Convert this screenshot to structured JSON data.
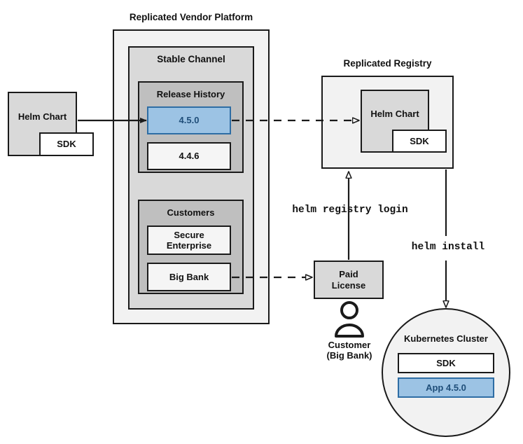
{
  "diagram": {
    "title_vendor_platform": "Replicated Vendor Platform",
    "title_registry": "Replicated Registry",
    "colors": {
      "accent_blue_fill": "#9CC3E4",
      "accent_blue_border": "#2E6DA4",
      "accent_blue_text": "#1F4E79",
      "outer_grey": "#F2F2F2",
      "mid_grey": "#D9D9D9",
      "dark_grey": "#BFBFBF",
      "white_box": "#F5F5F5",
      "stroke": "#1A1A1A"
    }
  },
  "source_chart": {
    "title": "Helm Chart",
    "sdk": "SDK"
  },
  "vendor_platform": {
    "heading": "Replicated Vendor Platform",
    "channel": {
      "heading": "Stable Channel",
      "release_history": {
        "heading": "Release History",
        "releases": [
          {
            "version": "4.5.0",
            "highlighted": true
          },
          {
            "version": "4.4.6",
            "highlighted": false
          }
        ]
      },
      "customers": {
        "heading": "Customers",
        "entries": [
          {
            "name": "Secure\nEnterprise"
          },
          {
            "name": "Big Bank"
          }
        ]
      }
    }
  },
  "registry": {
    "heading": "Replicated Registry",
    "chart": {
      "title": "Helm Chart",
      "sdk": "SDK"
    }
  },
  "license": {
    "label": "Paid\nLicense"
  },
  "customer_actor": {
    "label": "Customer\n(Big Bank)",
    "icon": "person-icon"
  },
  "cluster": {
    "heading": "Kubernetes Cluster",
    "components": [
      {
        "label": "SDK",
        "highlighted": false
      },
      {
        "label": "App 4.5.0",
        "highlighted": true
      }
    ]
  },
  "commands": {
    "registry_login": "helm registry login",
    "install": "helm install"
  }
}
